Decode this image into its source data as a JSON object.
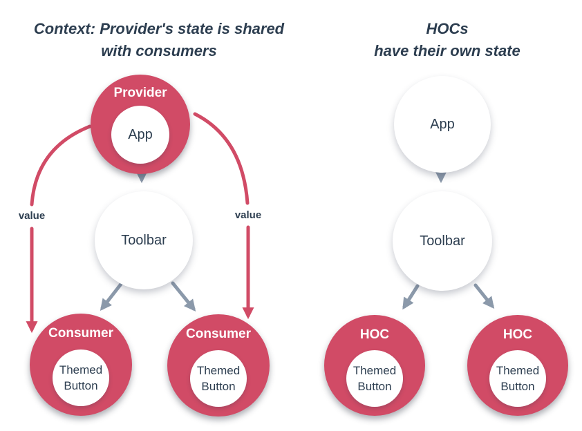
{
  "colors": {
    "red": "#d14b66",
    "navy": "#2d3e50",
    "arrow_gray": "#8b99aa",
    "circle_white": "#ffffff",
    "background": "#ffffff"
  },
  "left_panel": {
    "title_line1": "Context: Provider's state is shared",
    "title_line2": "with consumers",
    "provider_label": "Provider",
    "app_label": "App",
    "toolbar_label": "Toolbar",
    "consumer_left_label": "Consumer",
    "consumer_left_inner": "Themed Button",
    "consumer_right_label": "Consumer",
    "consumer_right_inner": "Themed Button",
    "value_left": "value",
    "value_right": "value"
  },
  "right_panel": {
    "title_line1": "HOCs",
    "title_line2": "have their own state",
    "app_label": "App",
    "toolbar_label": "Toolbar",
    "hoc_left_label": "HOC",
    "hoc_left_inner": "Themed Button",
    "hoc_right_label": "HOC",
    "hoc_right_inner": "Themed Button"
  }
}
